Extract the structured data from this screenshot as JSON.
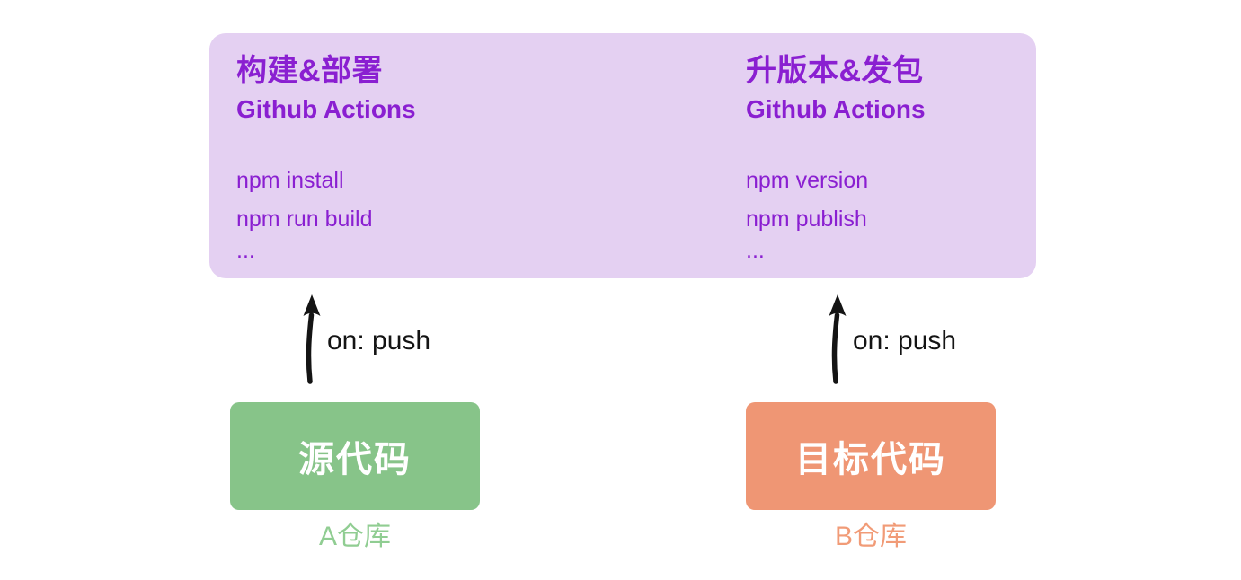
{
  "canvas": {
    "background_color": "#ffffff"
  },
  "panel": {
    "background_color": "#e4d0f2",
    "text_color": "#8a1fd1",
    "columns": [
      {
        "title": "构建&部署",
        "subtitle": "Github Actions",
        "items": [
          "npm install",
          "npm run build",
          "..."
        ]
      },
      {
        "title": "升版本&发包",
        "subtitle": "Github Actions",
        "items": [
          "npm version",
          "npm publish",
          "..."
        ]
      }
    ]
  },
  "arrows": [
    {
      "label": "on: push",
      "direction": "up",
      "color": "#141414"
    },
    {
      "label": "on: push",
      "direction": "up",
      "color": "#141414"
    }
  ],
  "repos": [
    {
      "box_label": "源代码",
      "caption": "A仓库",
      "box_color": "#87c489",
      "caption_color": "#90cd92"
    },
    {
      "box_label": "目标代码",
      "caption": "B仓库",
      "box_color": "#ef9674",
      "caption_color": "#f19b77"
    }
  ]
}
